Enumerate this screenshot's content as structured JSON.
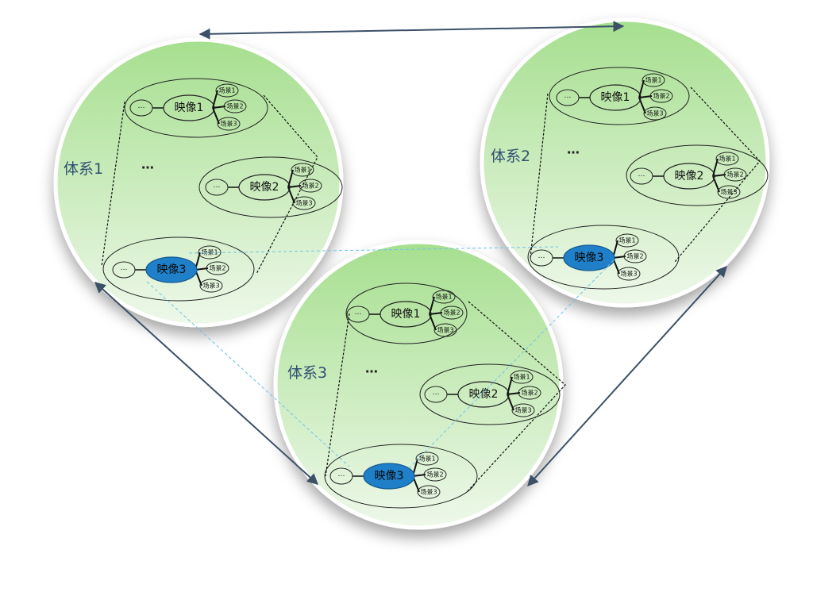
{
  "colors": {
    "system_fill_top": "#a6df8f",
    "system_fill_bottom": "#eef8ea",
    "system_label": "#2f4f73",
    "selected_image_fill": "#1f7fc8",
    "dual_arrow": "#3c5068",
    "projection_line": "#6ec3ea"
  },
  "systems": [
    {
      "label": "体系1",
      "ellipsis": "…",
      "images": [
        {
          "label": "映像1",
          "placeholder": "…",
          "selected": false,
          "scenes": [
            "场景1",
            "场景2",
            "场景3"
          ]
        },
        {
          "label": "映像2",
          "placeholder": "…",
          "selected": false,
          "scenes": [
            "场景1",
            "场景2",
            "场景3"
          ]
        },
        {
          "label": "映像3",
          "placeholder": "…",
          "selected": true,
          "scenes": [
            "场景1",
            "场景2",
            "场景3"
          ]
        }
      ]
    },
    {
      "label": "体系2",
      "ellipsis": "…",
      "images": [
        {
          "label": "映像1",
          "placeholder": "…",
          "selected": false,
          "scenes": [
            "场景1",
            "场景2",
            "场景3"
          ]
        },
        {
          "label": "映像2",
          "placeholder": "…",
          "selected": false,
          "scenes": [
            "场景1",
            "场景2",
            "场景3"
          ]
        },
        {
          "label": "映像3",
          "placeholder": "…",
          "selected": true,
          "scenes": [
            "场景1",
            "场景2",
            "场景3"
          ]
        }
      ]
    },
    {
      "label": "体系3",
      "ellipsis": "…",
      "images": [
        {
          "label": "映像1",
          "placeholder": "…",
          "selected": false,
          "scenes": [
            "场景1",
            "场景2",
            "场景3"
          ]
        },
        {
          "label": "映像2",
          "placeholder": "…",
          "selected": false,
          "scenes": [
            "场景1",
            "场景2",
            "场景3"
          ]
        },
        {
          "label": "映像3",
          "placeholder": "…",
          "selected": true,
          "scenes": [
            "场景1",
            "场景2",
            "场景3"
          ]
        }
      ]
    }
  ]
}
